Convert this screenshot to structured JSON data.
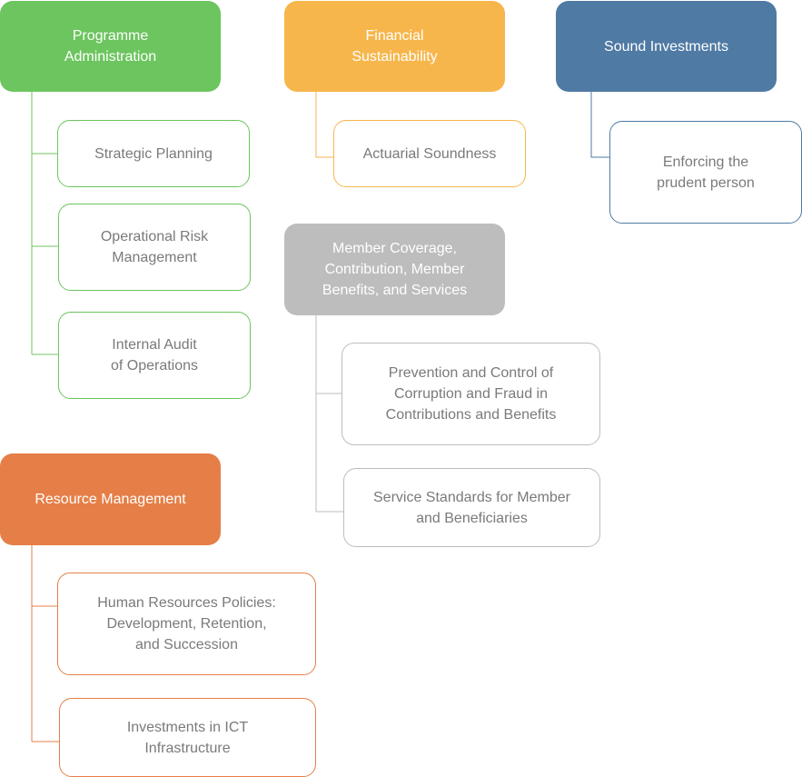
{
  "colors": {
    "programme": "#6cc55e",
    "financial": "#f7b64b",
    "investments": "#4f7aa4",
    "member": "#bdbdbd",
    "resource": "#e57f47",
    "child_text": "#7a7a7a"
  },
  "diagram": {
    "programme_administration": {
      "title": "Programme\nAdministration",
      "children": [
        "Strategic Planning",
        "Operational Risk\nManagement",
        "Internal Audit\nof Operations"
      ]
    },
    "financial_sustainability": {
      "title": "Financial\nSustainability",
      "children": [
        "Actuarial Soundness"
      ]
    },
    "sound_investments": {
      "title": "Sound Investments",
      "children": [
        "Enforcing the\nprudent person"
      ]
    },
    "member_coverage": {
      "title": "Member Coverage,\nContribution, Member\nBenefits, and Services",
      "children": [
        "Prevention and Control of\nCorruption and Fraud in\nContributions and Benefits",
        "Service Standards for Member\nand Beneficiaries"
      ]
    },
    "resource_management": {
      "title": "Resource Management",
      "children": [
        "Human Resources Policies:\nDevelopment, Retention,\nand Succession",
        "Investments in ICT\nInfrastructure"
      ]
    }
  }
}
